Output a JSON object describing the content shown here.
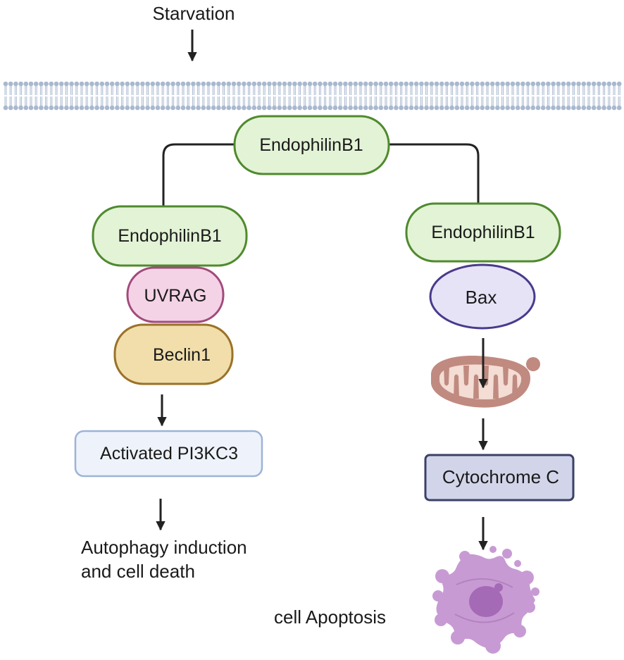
{
  "labels": {
    "trigger": "Starvation",
    "hub": "EndophilinB1",
    "left_branch": {
      "endophilin": "EndophilinB1",
      "uvrag": "UVRAG",
      "beclin": "Beclin1",
      "pi3kc3": "Activated PI3KC3",
      "outcome_line1": "Autophagy induction",
      "outcome_line2": "and cell death"
    },
    "right_branch": {
      "endophilin": "EndophilinB1",
      "bax": "Bax",
      "cytochrome": "Cytochrome C",
      "outcome": "cell Apoptosis"
    }
  },
  "colors": {
    "endophilin_fill": "#e3f3d6",
    "endophilin_stroke": "#4f8a2e",
    "uvrag_fill": "#f4d3e6",
    "uvrag_stroke": "#a24a7c",
    "beclin_fill": "#f1deab",
    "beclin_stroke": "#9a7228",
    "pi3kc3_fill": "#eef3fb",
    "pi3kc3_stroke": "#9db3d8",
    "bax_fill": "#e6e3f7",
    "bax_stroke": "#4a3a8c",
    "cytochrome_fill": "#d2d5ea",
    "cytochrome_stroke": "#3b4166",
    "membrane": "#a8b8cf",
    "mito_outer": "#c08a80",
    "mito_inner": "#f3ddd4",
    "cell": "#c89ad4",
    "cell_nucleus": "#a56ab6",
    "arrow": "#222222"
  },
  "icons": {
    "membrane": "lipid-bilayer-icon",
    "mitochondrion": "mitochondrion-icon",
    "apoptotic_cell": "apoptotic-cell-icon"
  }
}
